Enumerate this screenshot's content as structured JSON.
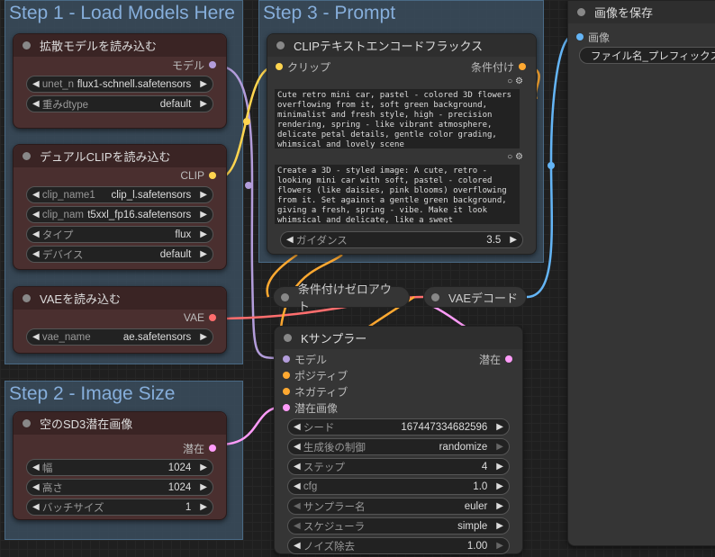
{
  "groups": {
    "step1": "Step 1 - Load Models Here",
    "step2": "Step 2 - Image Size",
    "step3": "Step 3 - Prompt"
  },
  "unet": {
    "title": "拡散モデルを読み込む",
    "output": "モデル",
    "widgets": [
      {
        "label": "unet_n ...",
        "value": "flux1-schnell.safetensors"
      },
      {
        "label": "重みdtype",
        "value": "default"
      }
    ]
  },
  "dualclip": {
    "title": "デュアルCLIPを読み込む",
    "output": "CLIP",
    "widgets": [
      {
        "label": "clip_name1",
        "value": "clip_l.safetensors"
      },
      {
        "label": "clip_nam ...",
        "value": "t5xxl_fp16.safetensors"
      },
      {
        "label": "タイプ",
        "value": "flux"
      },
      {
        "label": "デバイス",
        "value": "default"
      }
    ]
  },
  "vae": {
    "title": "VAEを読み込む",
    "output": "VAE",
    "widgets": [
      {
        "label": "vae_name",
        "value": "ae.safetensors"
      }
    ]
  },
  "latent": {
    "title": "空のSD3潜在画像",
    "output": "潜在",
    "widgets": [
      {
        "label": "幅",
        "value": "1024"
      },
      {
        "label": "高さ",
        "value": "1024"
      },
      {
        "label": "バッチサイズ",
        "value": "1"
      }
    ]
  },
  "clipenc": {
    "title": "CLIPテキストエンコードフラックス",
    "input": "クリップ",
    "output": "条件付け",
    "text1": "Cute retro mini car, pastel - colored 3D flowers overflowing from it, soft green background, minimalist and fresh style, high - precision rendering, spring - like vibrant atmosphere, delicate petal details, gentle color grading, whimsical and lovely scene",
    "text2": "Create a 3D - styled image: A cute, retro - looking mini car with soft, pastel - colored flowers (like daisies, pink blooms) overflowing from it. Set against a gentle green background, giving a fresh, spring - vibe. Make it look whimsical and delicate, like a sweet",
    "widgets": [
      {
        "label": "ガイダンス",
        "value": "3.5"
      }
    ]
  },
  "zeroout": {
    "title": "条件付けゼロアウト"
  },
  "vaedecode": {
    "title": "VAEデコード"
  },
  "ksampler": {
    "title": "Kサンプラー",
    "inputs": [
      "モデル",
      "ポジティブ",
      "ネガティブ",
      "潜在画像"
    ],
    "output": "潜在",
    "widgets": [
      {
        "label": "シード",
        "value": "167447334682596"
      },
      {
        "label": "生成後の制御",
        "value": "randomize"
      },
      {
        "label": "ステップ",
        "value": "4"
      },
      {
        "label": "cfg",
        "value": "1.0"
      },
      {
        "label": "サンプラー名",
        "value": "euler"
      },
      {
        "label": "スケジューラ",
        "value": "simple"
      },
      {
        "label": "ノイズ除去",
        "value": "1.00"
      }
    ]
  },
  "save": {
    "title": "画像を保存",
    "input": "画像",
    "widgets": [
      {
        "label": "ファイル名_プレフィックス"
      }
    ]
  },
  "colors": {
    "model": "#b39ddb",
    "clip": "#ffd54f",
    "cond": "#ffa931",
    "vae": "#ff6e6e",
    "latent": "#ff9cf9",
    "image": "#64b5f6"
  }
}
